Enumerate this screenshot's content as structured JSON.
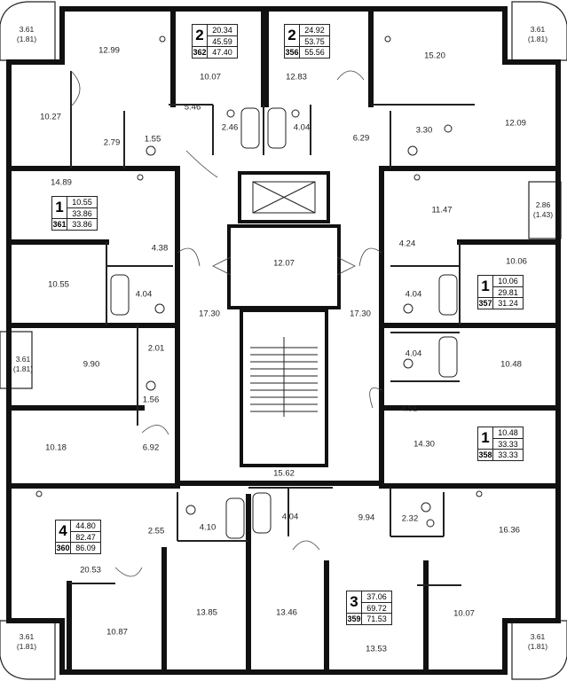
{
  "apartments": [
    {
      "rooms": "2",
      "number": "362",
      "living": "20.34",
      "total": "45.59",
      "total_with_balcony": "47.40"
    },
    {
      "rooms": "2",
      "number": "356",
      "living": "24.92",
      "total": "53.75",
      "total_with_balcony": "55.56"
    },
    {
      "rooms": "1",
      "number": "361",
      "living": "10.55",
      "total": "33.86",
      "total_with_balcony": "33.86"
    },
    {
      "rooms": "1",
      "number": "357",
      "living": "10.06",
      "total": "29.81",
      "total_with_balcony": "31.24"
    },
    {
      "rooms": "1",
      "number": "358",
      "living": "10.48",
      "total": "33.33",
      "total_with_balcony": "33.33"
    },
    {
      "rooms": "4",
      "number": "360",
      "living": "44.80",
      "total": "82.47",
      "total_with_balcony": "86.09"
    },
    {
      "rooms": "3",
      "number": "359",
      "living": "37.06",
      "total": "69.72",
      "total_with_balcony": "71.53"
    }
  ],
  "rooms": [
    "12.99",
    "10.07",
    "12.83",
    "15.20",
    "10.27",
    "2.79",
    "1.55",
    "5.46",
    "2.46",
    "4.04",
    "6.29",
    "3.30",
    "12.09",
    "14.89",
    "11.47",
    "12.07",
    "4.38",
    "4.24",
    "10.55",
    "4.04",
    "4.04",
    "10.06",
    "17.30",
    "17.30",
    "2.01",
    "9.90",
    "1.56",
    "4.04",
    "10.48",
    "4.51",
    "10.18",
    "6.92",
    "14.30",
    "15.62",
    "2.55",
    "4.10",
    "4.04",
    "9.94",
    "2.32",
    "16.36",
    "20.53",
    "13.85",
    "13.46",
    "10.07",
    "10.87",
    "13.53"
  ],
  "balconies": [
    {
      "area": "3.61",
      "reduced": "(1.81)"
    },
    {
      "area": "3.61",
      "reduced": "(1.81)"
    },
    {
      "area": "2.86",
      "reduced": "(1.43)"
    },
    {
      "area": "3.61",
      "reduced": "(1.81)"
    },
    {
      "area": "3.61",
      "reduced": "(1.81)"
    },
    {
      "area": "3.61",
      "reduced": "(1.81)"
    }
  ]
}
